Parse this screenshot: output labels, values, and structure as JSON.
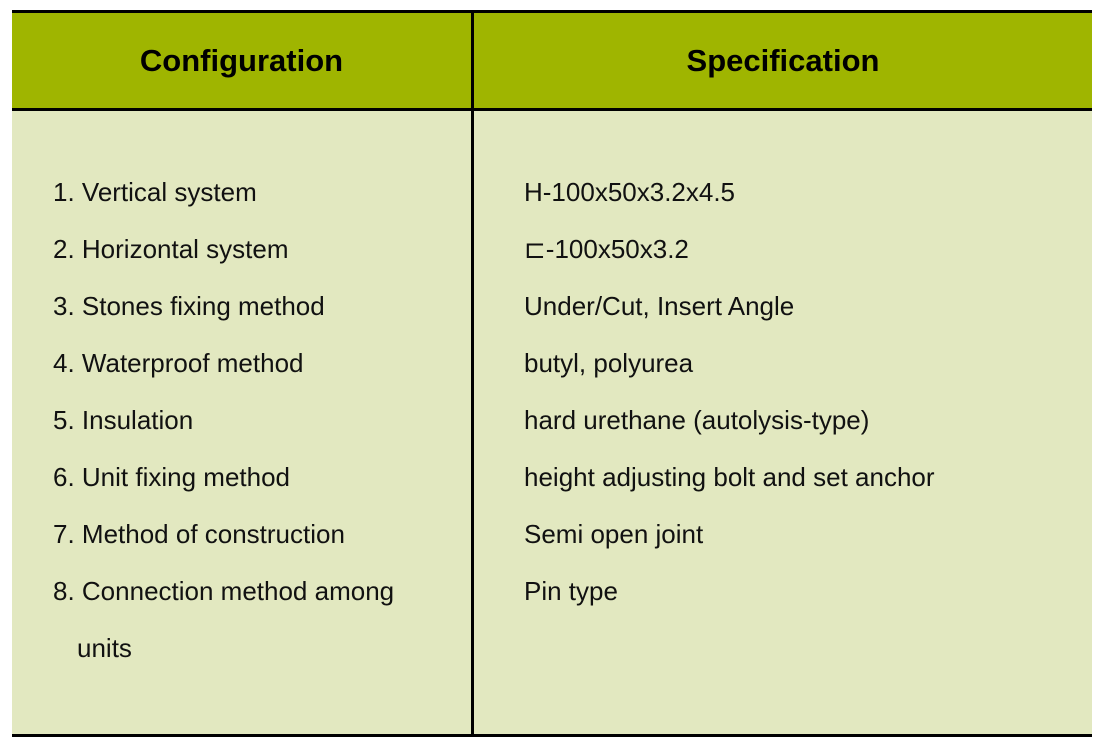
{
  "headers": {
    "configuration": "Configuration",
    "specification": "Specification"
  },
  "rows": [
    {
      "config": "1. Vertical system",
      "spec": "H-100x50x3.2x4.5"
    },
    {
      "config": "2. Horizontal system",
      "spec": "⊏-100x50x3.2"
    },
    {
      "config": "3. Stones fixing method",
      "spec": "Under/Cut, Insert Angle"
    },
    {
      "config": "4. Waterproof method",
      "spec": "butyl, polyurea"
    },
    {
      "config": "5. Insulation",
      "spec": "hard urethane (autolysis-type)"
    },
    {
      "config": "6. Unit fixing method",
      "spec": "height adjusting bolt and set anchor"
    },
    {
      "config": "7. Method of construction",
      "spec": "Semi open joint"
    },
    {
      "config": "8. Connection method among",
      "spec": "Pin type"
    }
  ],
  "row8_continuation": "units",
  "colors": {
    "header": "#9fb500",
    "body": "#e2e8c0"
  }
}
